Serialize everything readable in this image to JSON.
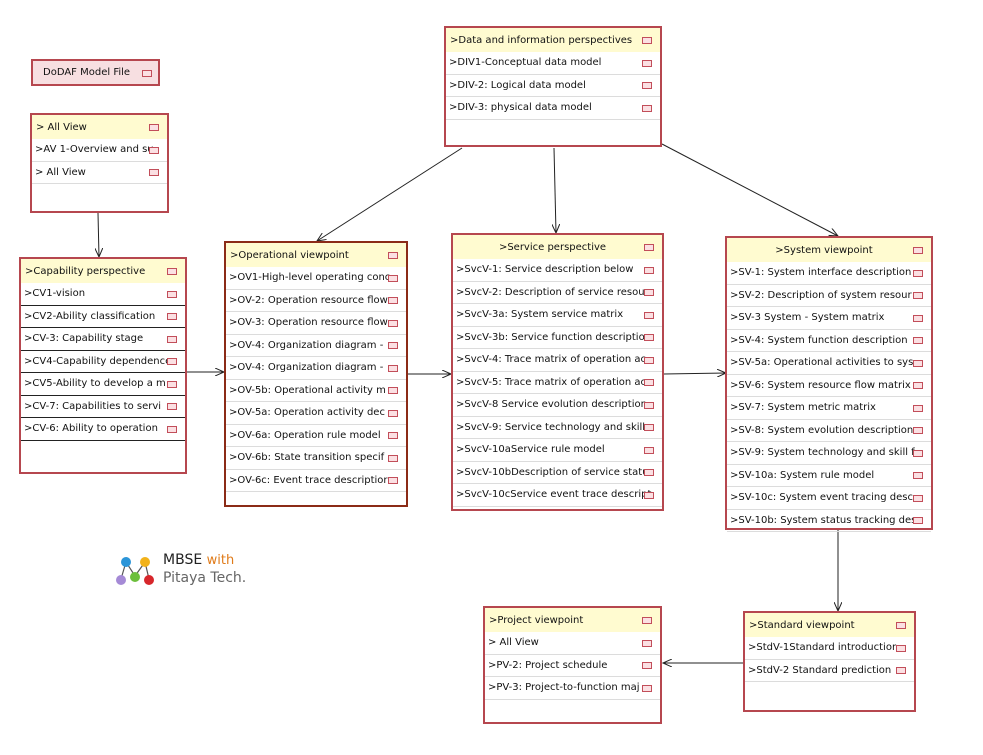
{
  "file_label": "DoDAF Model File",
  "logo": {
    "brand": "MBSE",
    "with": "with",
    "company": "Pitaya Tech."
  },
  "colors": {
    "border": "#b6474f",
    "header_fill": "#fffbd0",
    "selected_border": "#8b2b17"
  },
  "boxes": {
    "all_view": {
      "title": "> All View",
      "items": [
        ">AV 1-Overview and su",
        "> All View"
      ]
    },
    "capability": {
      "title": ">Capability perspective",
      "items": [
        ">CV1-vision",
        ">CV2-Ability classification",
        ">CV-3:  Capability stage",
        ">CV4-Capability dependence",
        ">CV5-Ability to develop a m",
        ">CV-7:  Capabilities to servi",
        ">CV-6:  Ability to  operation"
      ]
    },
    "operational": {
      "title": ">Operational viewpoint",
      "items": [
        ">OV1-High-level operating conc",
        ">OV-2:  Operation resource flow",
        ">OV-3:  Operation resource flow",
        ">OV-4:  Organization diagram -",
        ">OV-4:  Organization diagram -",
        ">OV-5b:  Operational activity m",
        ">OV-5a:  Operation activity dec",
        ">OV-6a:  Operation rule model",
        ">OV-6b:  State transition specif",
        ">OV-6c:  Event trace descriptior"
      ]
    },
    "data_info": {
      "title": ">Data and information perspectives",
      "items": [
        ">DIV1-Conceptual data model",
        ">DIV-2:  Logical data model",
        ">DIV-3:  physical data model"
      ]
    },
    "service": {
      "title": ">Service perspective",
      "items": [
        ">SvcV-1:  Service description below",
        ">SvcV-2:  Description of service resou",
        ">SvcV-3a:  System service matrix",
        ">SvcV-3b:  Service function descriptio",
        ">SvcV-4:  Trace matrix of operation ac",
        ">SvcV-5:  Trace matrix of operation ac",
        ">SvcV-8 Service evolution description",
        ">SvcV-9:  Service technology and skill",
        ">SvcV-10aService rule model",
        ">SvcV-10bDescription of service statu",
        ">SvcV-10cService event trace descript"
      ]
    },
    "system": {
      "title": ">System viewpoint",
      "items": [
        ">SV-1:  System interface description",
        ">SV-2:  Description of system resour",
        ">SV-3 System - System matrix",
        ">SV-4:  System function description",
        ">SV-5a:  Operational activities to sys",
        ">SV-6:  System resource flow matrix",
        ">SV-7:  System metric matrix",
        ">SV-8:  System evolution description",
        ">SV-9:  System technology and skill f",
        ">SV-10a:  System rule model",
        ">SV-10c:  System event tracing desc",
        ">SV-10b:  System status tracking des"
      ]
    },
    "standard": {
      "title": ">Standard viewpoint",
      "items": [
        ">StdV-1Standard introductior",
        ">StdV-2 Standard prediction"
      ]
    },
    "project": {
      "title": ">Project viewpoint",
      "items": [
        "> All View",
        ">PV-2:  Project schedule",
        ">PV-3:  Project-to-function maj"
      ]
    }
  }
}
